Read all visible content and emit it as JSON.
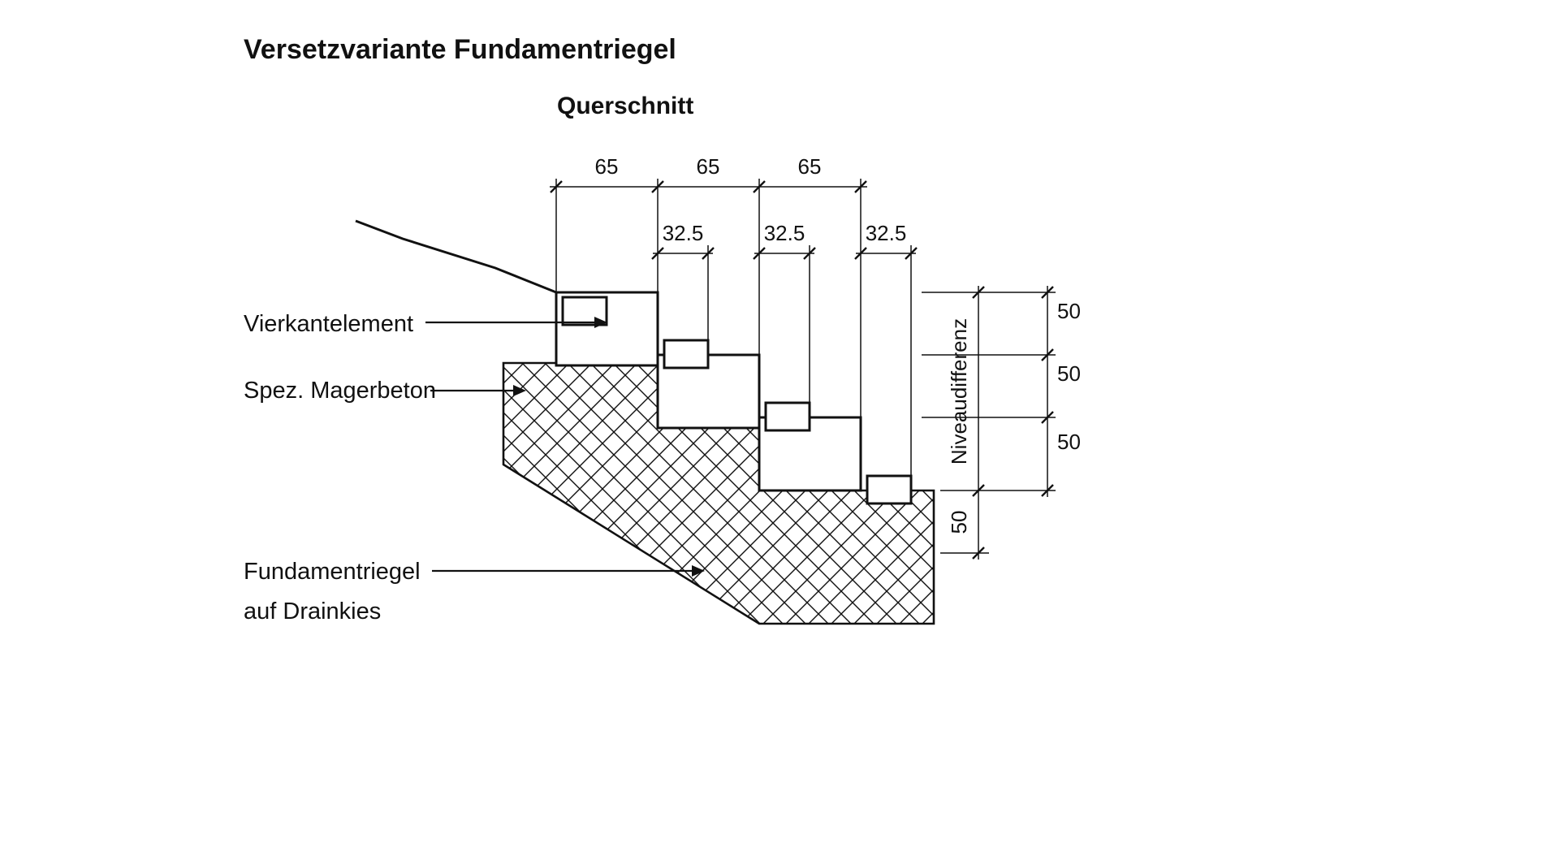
{
  "title": "Versetzvariante Fundamentriegel",
  "view": {
    "label": "Querschnitt"
  },
  "callouts": {
    "element": "Vierkantelement",
    "bedding": "Spez. Magerbeton",
    "foundation_line1": "Fundamentriegel",
    "foundation_line2": "auf Drainkies"
  },
  "dims": {
    "top": [
      "65",
      "65",
      "65"
    ],
    "offset": [
      "32.5",
      "32.5",
      "32.5"
    ],
    "step": [
      "50",
      "50",
      "50"
    ],
    "total_label": "Niveaudifferenz",
    "depth": "50"
  },
  "colors": {
    "ink": "#111111",
    "background": "#ffffff"
  }
}
